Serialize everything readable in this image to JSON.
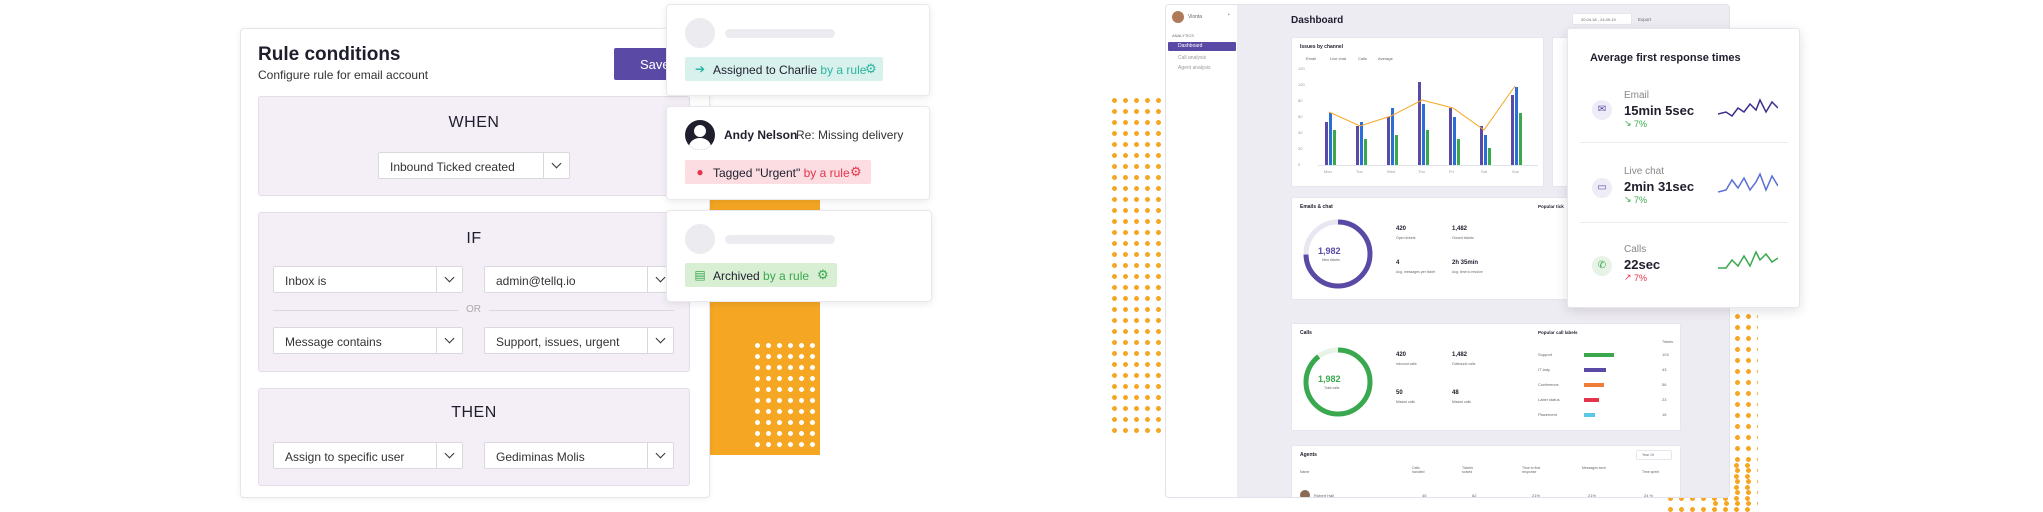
{
  "rule": {
    "title": "Rule conditions",
    "subtitle": "Configure rule for email account",
    "save_label": "Save",
    "when": {
      "title": "WHEN",
      "trigger": "Inbound Ticked created"
    },
    "if": {
      "title": "IF",
      "row1": {
        "field": "Inbox is",
        "value": "admin@tellq.io"
      },
      "or_label": "OR",
      "row2": {
        "field": "Message contains",
        "value": "Support, issues, urgent"
      }
    },
    "then": {
      "title": "THEN",
      "action": "Assign to specific user",
      "user": "Gediminas Molis"
    }
  },
  "activity": {
    "assigned": {
      "prefix": "Assigned to Charlie",
      "suffix": "by a rule"
    },
    "message": {
      "name": "Andy Nelson",
      "subject": "Re: Missing delivery"
    },
    "tagged": {
      "prefix": "Tagged \"Urgent\"",
      "suffix": "by a rule"
    },
    "archived": {
      "prefix": "Archived",
      "suffix": "by a rule"
    }
  },
  "colors": {
    "accent": "#5b4aa5",
    "orange": "#f5a623",
    "teal": "#2bb5a0",
    "red": "#e5344c",
    "green": "#3aa84f"
  },
  "dashboard": {
    "user_name": "Vionta",
    "nav_section": "ANALYTICS",
    "nav": [
      "Dashboard",
      "Call analysis",
      "Agent analysis"
    ],
    "title": "Dashboard",
    "date_range": "20.04.18 - 24.09.19",
    "export_label": "Export",
    "issues": {
      "title": "Issues by channel",
      "legend": [
        "Email",
        "Live chat",
        "Calls",
        "Average"
      ],
      "y_ticks": [
        "120",
        "100",
        "80",
        "60",
        "40",
        "20",
        "0"
      ],
      "x_labels": [
        "Mon",
        "Tue",
        "Wed",
        "Thu",
        "Fri",
        "Sat",
        "Sun"
      ]
    },
    "emails": {
      "title": "Emails & chat",
      "total": "1,982",
      "total_label": "New tickets",
      "stats": [
        {
          "value": "420",
          "label": "Open tickets"
        },
        {
          "value": "1,482",
          "label": "Closed tickets"
        },
        {
          "value": "4",
          "label": "Avg. messages per ticket"
        },
        {
          "value": "2h 35min",
          "label": "Avg. time to resolve"
        }
      ],
      "popular_title": "Popular tick"
    },
    "calls": {
      "title": "Calls",
      "total": "1,982",
      "total_label": "Total calls",
      "stats": [
        {
          "value": "420",
          "label": "Inbound calls"
        },
        {
          "value": "1,482",
          "label": "Outbound calls"
        },
        {
          "value": "50",
          "label": "Missed calls"
        },
        {
          "value": "48",
          "label": "Missed calls"
        }
      ],
      "popular_title": "Popular call labels",
      "tickets_header": "Tickets",
      "labels": [
        {
          "name": "Support",
          "value": "103",
          "color": "#3aa84f",
          "fill": 0.85
        },
        {
          "name": "IT lady",
          "value": "43",
          "color": "#5b4aa5",
          "fill": 0.6
        },
        {
          "name": "Conference",
          "value": "56",
          "color": "#f07c3a",
          "fill": 0.55
        },
        {
          "name": "Label status",
          "value": "23",
          "color": "#e5344c",
          "fill": 0.4
        },
        {
          "name": "Placement",
          "value": "16",
          "color": "#5bc8e8",
          "fill": 0.3
        }
      ]
    },
    "agents": {
      "title": "Agents",
      "filter": "Year 19",
      "headers": [
        "Name",
        "Calls handled",
        "Tickets solved",
        "Time to first response",
        "Messages sent",
        "Time spent"
      ],
      "rows": [
        [
          "Robert Hall",
          "45",
          "82",
          "21%",
          "21%",
          "24 %"
        ]
      ]
    }
  },
  "response": {
    "title": "Average first response times",
    "items": [
      {
        "channel": "Email",
        "time": "15min 5sec",
        "delta": "7%",
        "icon": "envelope-icon"
      },
      {
        "channel": "Live chat",
        "time": "2min 31sec",
        "delta": "7%",
        "icon": "chat-bubble-icon"
      },
      {
        "channel": "Calls",
        "time": "22sec",
        "delta": "7%",
        "icon": "phone-icon"
      }
    ]
  }
}
